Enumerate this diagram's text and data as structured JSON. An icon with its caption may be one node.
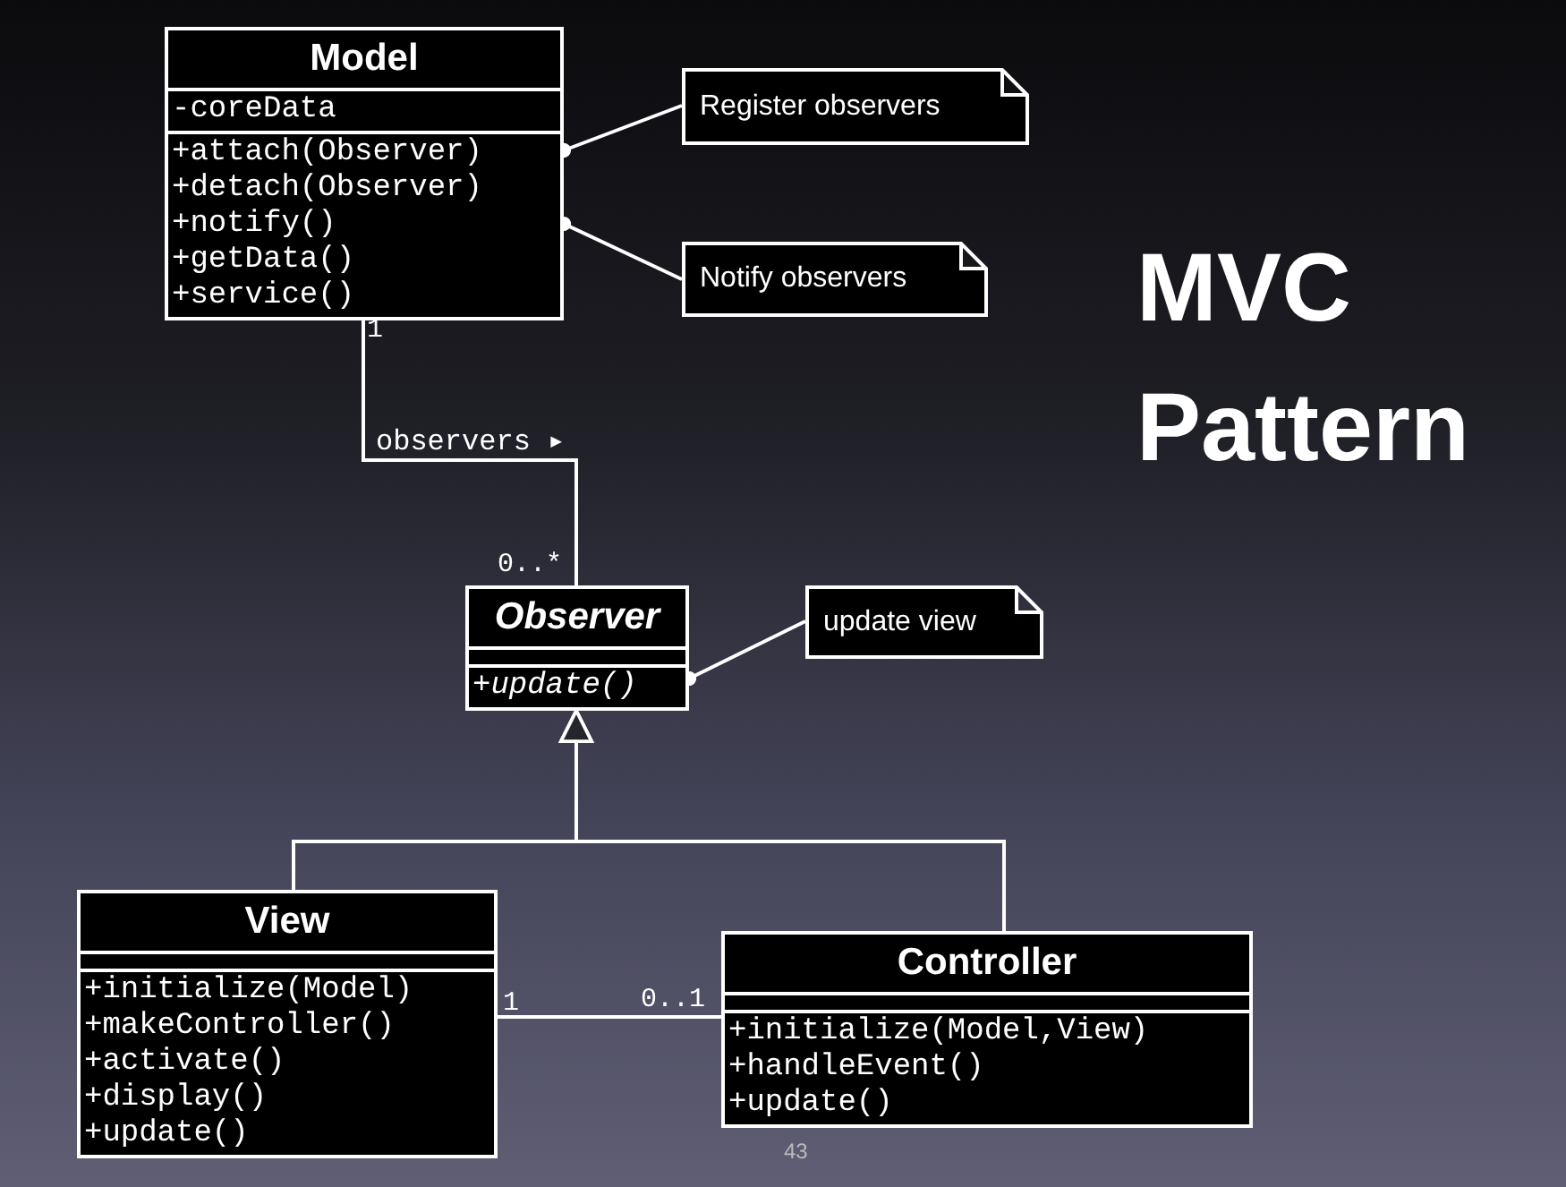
{
  "diagram": {
    "title": "MVC Pattern",
    "nodes": [
      {
        "text": [
          "Model",
          "-coreData",
          "+attach(Observer)",
          "+detach(Observer)",
          "+notify()",
          "+getData()",
          "+service()"
        ]
      },
      {
        "text": [
          "Register observers"
        ]
      },
      {
        "text": [
          "Notify observers"
        ]
      },
      {
        "text": [
          "Observer",
          "+update()"
        ]
      },
      {
        "text": [
          "update view"
        ]
      },
      {
        "text": [
          "View",
          "+initialize(Model)",
          "+makeController()",
          "+activate()",
          "+display()",
          "+update()"
        ]
      },
      {
        "text": [
          "Controller",
          "+initialize(Model,View)",
          "+handleEvent()",
          "+update()"
        ]
      }
    ],
    "edges": [
      {
        "from": 0,
        "to": 3,
        "arrow": "none",
        "label": "observers ▸"
      },
      {
        "from": 5,
        "to": 3,
        "arrow": "to"
      },
      {
        "from": 6,
        "to": 3,
        "arrow": "to"
      },
      {
        "from": 5,
        "to": 6,
        "arrow": "none"
      },
      {
        "from": 1,
        "to": 0,
        "arrow": "other"
      },
      {
        "from": 2,
        "to": 0,
        "arrow": "other"
      },
      {
        "from": 4,
        "to": 3,
        "arrow": "other"
      }
    ],
    "labels": [
      "1",
      "0..*",
      "1",
      "0..1",
      "43"
    ]
  }
}
